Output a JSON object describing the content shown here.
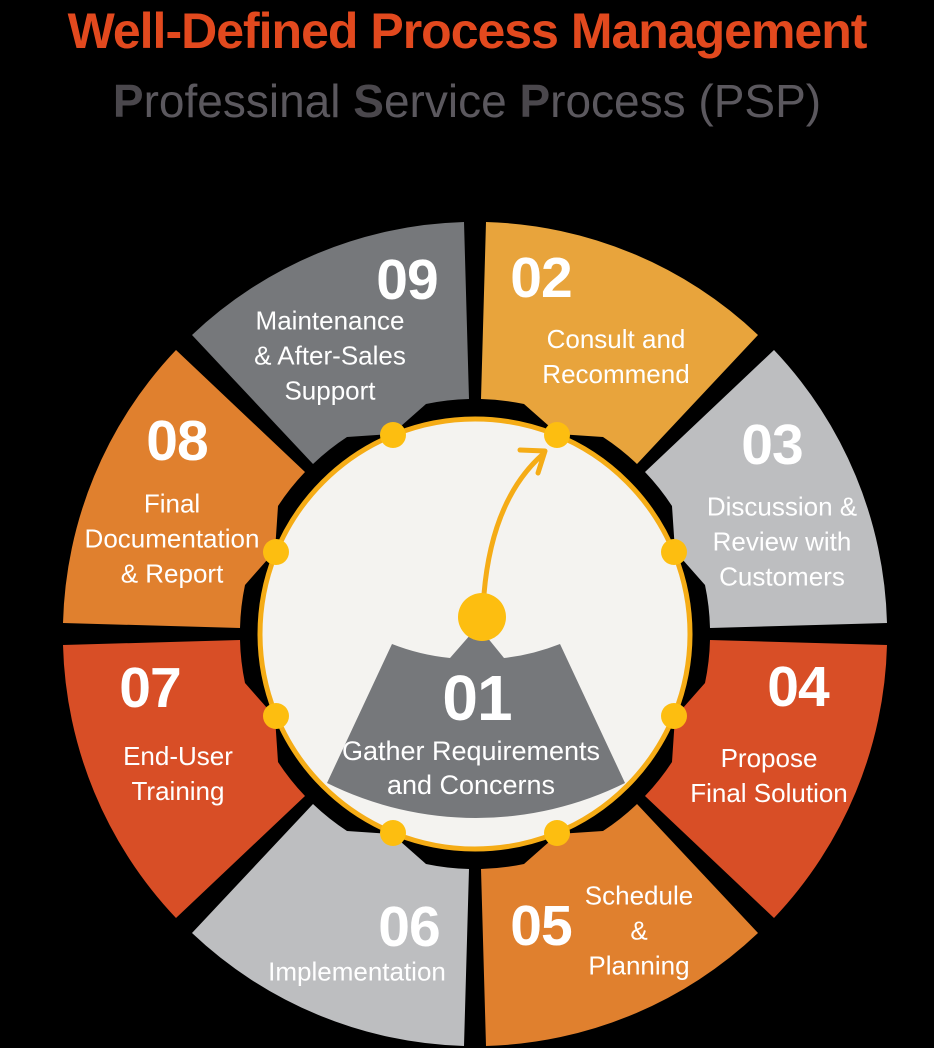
{
  "header": {
    "title": "Well-Defined Process Management",
    "subtitle_parts": [
      {
        "text": "P",
        "bold": true
      },
      {
        "text": "rofessinal ",
        "bold": false
      },
      {
        "text": "S",
        "bold": true
      },
      {
        "text": "ervice ",
        "bold": false
      },
      {
        "text": "P",
        "bold": true
      },
      {
        "text": "rocess (PSP)",
        "bold": false
      }
    ]
  },
  "colors": {
    "background": "#000000",
    "title": "#E2491E",
    "subtitle": "#5B585E",
    "amber": "#E8A43C",
    "orange": "#E0802E",
    "red_orange": "#D84E26",
    "dark_gray": "#76787B",
    "light_gray": "#BDBEC0",
    "gold_ring": "#F5AC16",
    "gold_dot": "#FDBE10",
    "circle_fill": "#F4F3F0",
    "label_text": "#FFFFFF"
  },
  "diagram": {
    "center_step": {
      "number": "01",
      "lines": [
        "Gather Requirements",
        "and Concerns"
      ],
      "color": "#76787B"
    },
    "steps": [
      {
        "number": "02",
        "lines": [
          "Consult and",
          "Recommend"
        ],
        "color": "#E8A43C"
      },
      {
        "number": "03",
        "lines": [
          "Discussion &",
          "Review with",
          "Customers"
        ],
        "color": "#BDBEC0"
      },
      {
        "number": "04",
        "lines": [
          "Propose",
          "Final Solution"
        ],
        "color": "#D84E26"
      },
      {
        "number": "05",
        "lines": [
          "Schedule",
          "&",
          "Planning"
        ],
        "color": "#E0802E"
      },
      {
        "number": "06",
        "lines": [
          "Implementation"
        ],
        "color": "#BDBEC0"
      },
      {
        "number": "07",
        "lines": [
          "End-User",
          "Training"
        ],
        "color": "#D84E26"
      },
      {
        "number": "08",
        "lines": [
          "Final",
          "Documentation",
          "& Report"
        ],
        "color": "#E0802E"
      },
      {
        "number": "09",
        "lines": [
          "Maintenance",
          "& After-Sales",
          "Support"
        ],
        "color": "#76787B"
      }
    ]
  }
}
